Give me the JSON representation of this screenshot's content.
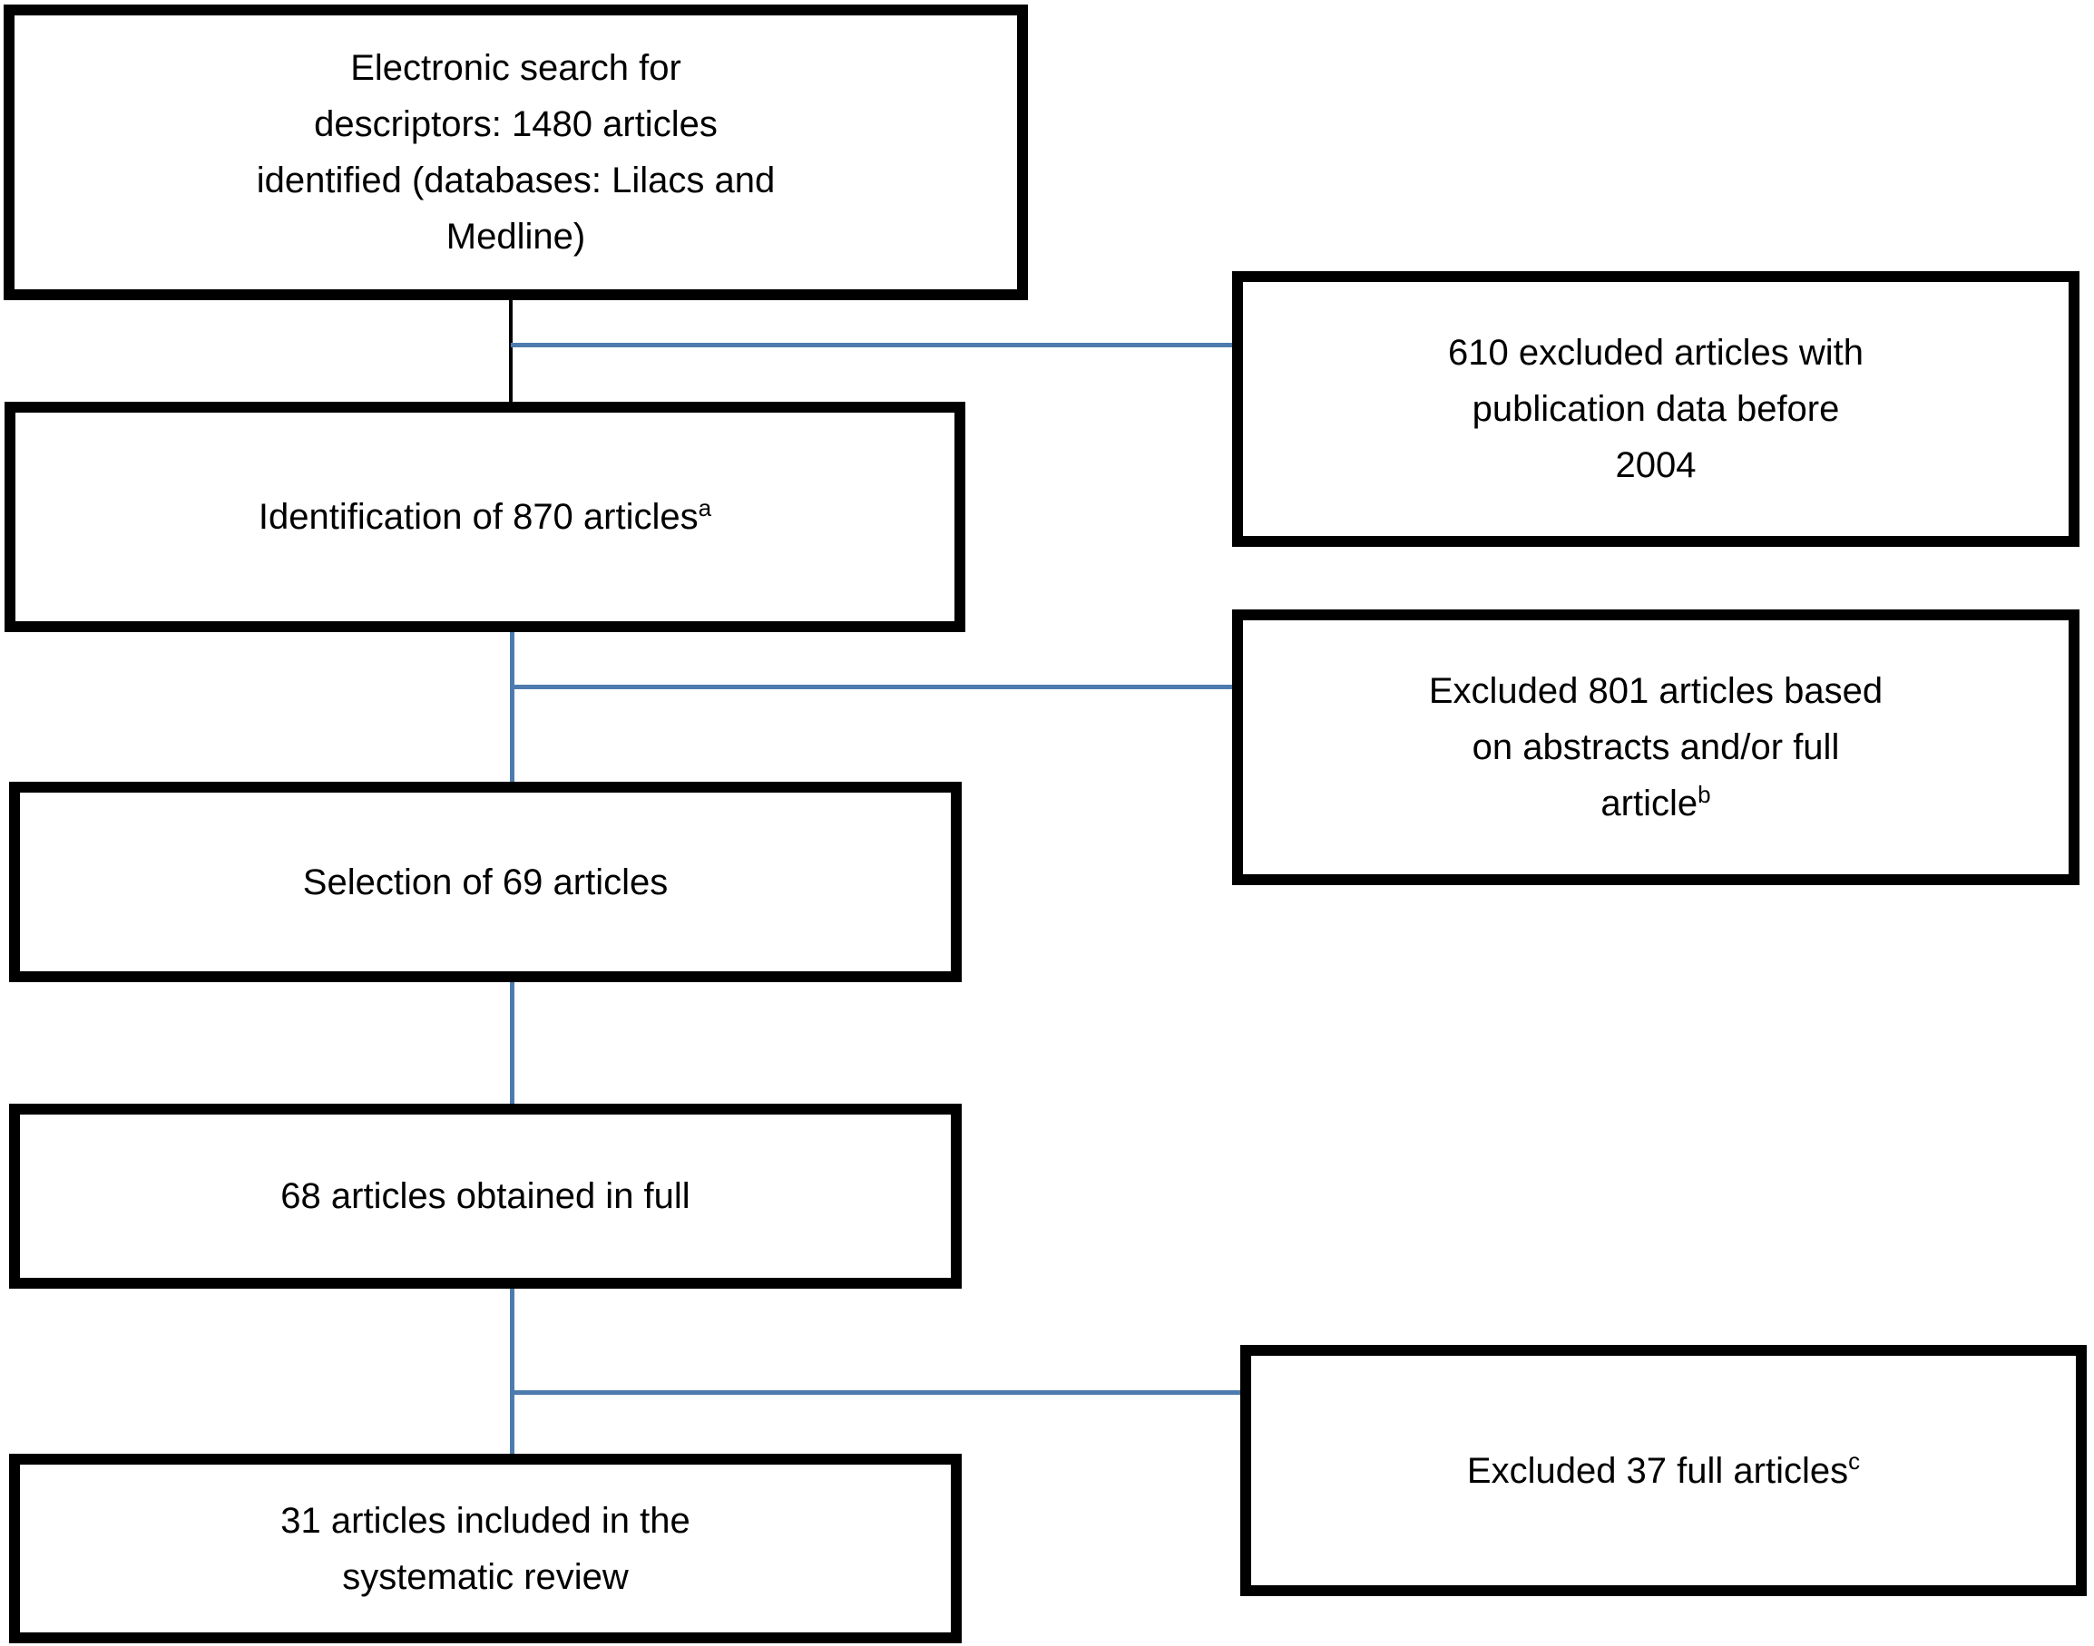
{
  "diagram": {
    "type": "flowchart",
    "description": "Systematic review article selection flow diagram",
    "boxes": {
      "search": {
        "lines": [
          "Electronic search for",
          "descriptors: 1480 articles",
          "identified (databases: Lilacs and",
          "Medline)"
        ]
      },
      "identification": {
        "text": "Identification of 870 articles",
        "sup": "a"
      },
      "selection": {
        "text": "Selection of 69 articles"
      },
      "obtained": {
        "text": "68 articles obtained in full"
      },
      "included": {
        "lines": [
          "31 articles included in the",
          "systematic review"
        ]
      },
      "excluded_610": {
        "lines": [
          "610 excluded articles with",
          "publication data before",
          "2004"
        ]
      },
      "excluded_801": {
        "lines": [
          "Excluded 801 articles based",
          "on abstracts and/or full"
        ],
        "last_line": "article",
        "sup": "b"
      },
      "excluded_37": {
        "text": "Excluded 37 full articles",
        "sup": "c"
      }
    },
    "counts": {
      "identified_initial": 1480,
      "after_date_filter": 870,
      "excluded_before_2004": 610,
      "selected": 69,
      "excluded_abstract_full": 801,
      "obtained_full": 68,
      "excluded_full": 37,
      "included_review": 31
    },
    "colors": {
      "connector_blue": "#4e7bad",
      "box_border": "#000000",
      "background": "#ffffff"
    }
  }
}
